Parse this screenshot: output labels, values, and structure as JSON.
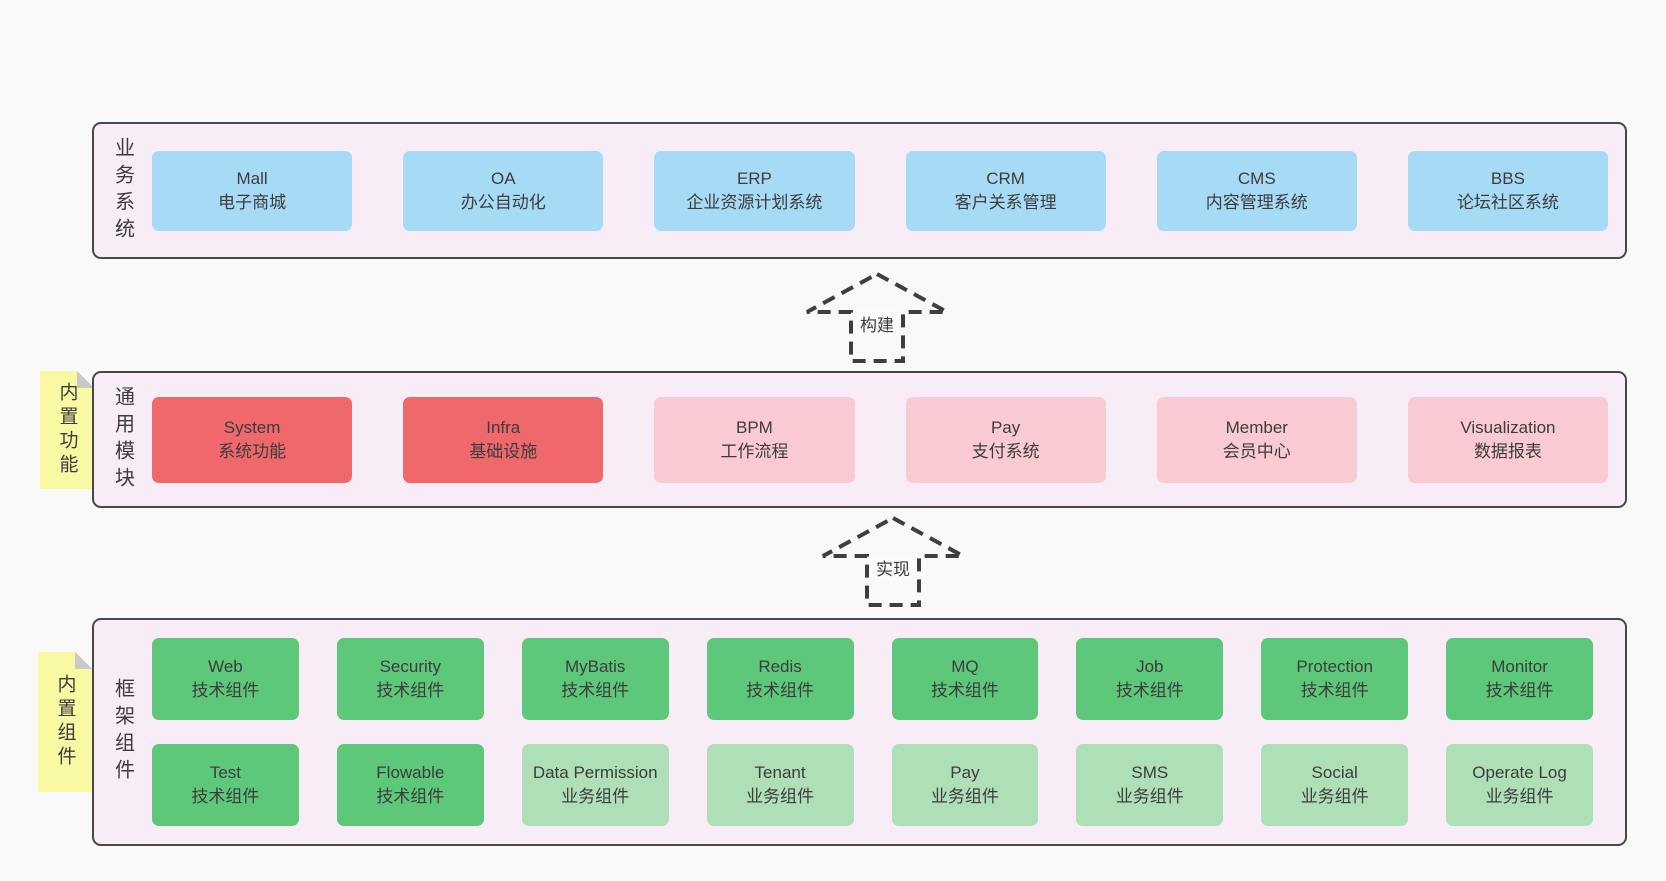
{
  "layers": {
    "business": {
      "label": "业务系统",
      "boxes": [
        {
          "en": "Mall",
          "zh": "电子商城",
          "variant": "blue"
        },
        {
          "en": "OA",
          "zh": "办公自动化",
          "variant": "blue"
        },
        {
          "en": "ERP",
          "zh": "企业资源计划系统",
          "variant": "blue"
        },
        {
          "en": "CRM",
          "zh": "客户关系管理",
          "variant": "blue"
        },
        {
          "en": "CMS",
          "zh": "内容管理系统",
          "variant": "blue"
        },
        {
          "en": "BBS",
          "zh": "论坛社区系统",
          "variant": "blue"
        }
      ]
    },
    "modules": {
      "label": "通用模块",
      "note": "内置功能",
      "boxes": [
        {
          "en": "System",
          "zh": "系统功能",
          "variant": "red"
        },
        {
          "en": "Infra",
          "zh": "基础设施",
          "variant": "red"
        },
        {
          "en": "BPM",
          "zh": "工作流程",
          "variant": "pink"
        },
        {
          "en": "Pay",
          "zh": "支付系统",
          "variant": "pink"
        },
        {
          "en": "Member",
          "zh": "会员中心",
          "variant": "pink"
        },
        {
          "en": "Visualization",
          "zh": "数据报表",
          "variant": "pink"
        }
      ]
    },
    "components": {
      "label": "框架组件",
      "note": "内置组件",
      "row1": [
        {
          "en": "Web",
          "zh": "技术组件",
          "variant": "green"
        },
        {
          "en": "Security",
          "zh": "技术组件",
          "variant": "green"
        },
        {
          "en": "MyBatis",
          "zh": "技术组件",
          "variant": "green"
        },
        {
          "en": "Redis",
          "zh": "技术组件",
          "variant": "green"
        },
        {
          "en": "MQ",
          "zh": "技术组件",
          "variant": "green"
        },
        {
          "en": "Job",
          "zh": "技术组件",
          "variant": "green"
        },
        {
          "en": "Protection",
          "zh": "技术组件",
          "variant": "green"
        },
        {
          "en": "Monitor",
          "zh": "技术组件",
          "variant": "green"
        }
      ],
      "row2": [
        {
          "en": "Test",
          "zh": "技术组件",
          "variant": "green"
        },
        {
          "en": "Flowable",
          "zh": "技术组件",
          "variant": "green"
        },
        {
          "en": "Data Permission",
          "zh": "业务组件",
          "variant": "light_green"
        },
        {
          "en": "Tenant",
          "zh": "业务组件",
          "variant": "light_green"
        },
        {
          "en": "Pay",
          "zh": "业务组件",
          "variant": "light_green"
        },
        {
          "en": "SMS",
          "zh": "业务组件",
          "variant": "light_green"
        },
        {
          "en": "Social",
          "zh": "业务组件",
          "variant": "light_green"
        },
        {
          "en": "Operate Log",
          "zh": "业务组件",
          "variant": "light_green"
        }
      ]
    }
  },
  "arrows": [
    {
      "label": "构建"
    },
    {
      "label": "实现"
    }
  ],
  "colors": {
    "page_bg": "#f9f9f9",
    "layer_bg": "#f8edf6",
    "layer_border": "#484848",
    "text": "#3c3c3c",
    "blue": "#a7daf5",
    "red": "#ef686c",
    "pink": "#f9cad2",
    "green": "#5ec87a",
    "light_green": "#aedfb6",
    "note_yellow": "#f9f9a3",
    "note_fold": "#c9c9c9",
    "arrow_stroke": "#3e3e3e"
  }
}
